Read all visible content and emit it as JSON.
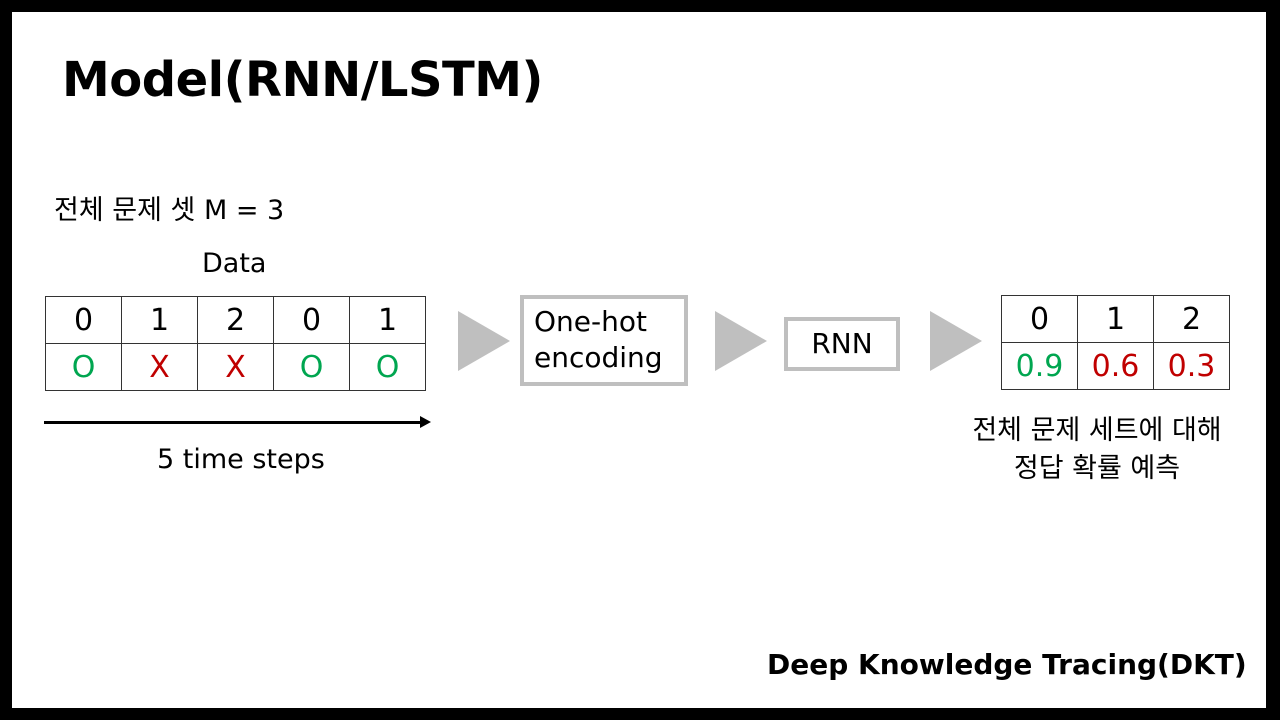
{
  "title": "Model(RNN/LSTM)",
  "problem_set_label": "전체 문제 셋 M = 3",
  "data_label": "Data",
  "sequence": {
    "question_ids": [
      "0",
      "1",
      "2",
      "0",
      "1"
    ],
    "results": [
      "O",
      "X",
      "X",
      "O",
      "O"
    ]
  },
  "time_steps_label": "5 time steps",
  "encoding_box": {
    "line1": "One-hot",
    "line2": "encoding"
  },
  "model_box": "RNN",
  "prediction": {
    "question_ids": [
      "0",
      "1",
      "2"
    ],
    "probabilities": [
      "0.9",
      "0.6",
      "0.3"
    ]
  },
  "prediction_caption": {
    "line1": "전체 문제 세트에 대해",
    "line2": "정답 확률 예측"
  },
  "footer": "Deep Knowledge Tracing(DKT)",
  "colors": {
    "correct": "#00a650",
    "incorrect": "#c00000",
    "arrow_gray": "#bfbfbf",
    "box_border": "#bfbfbf"
  },
  "icons": {
    "flow_arrow": "right-triangle-icon",
    "timeline_arrow": "right-arrow-icon"
  }
}
